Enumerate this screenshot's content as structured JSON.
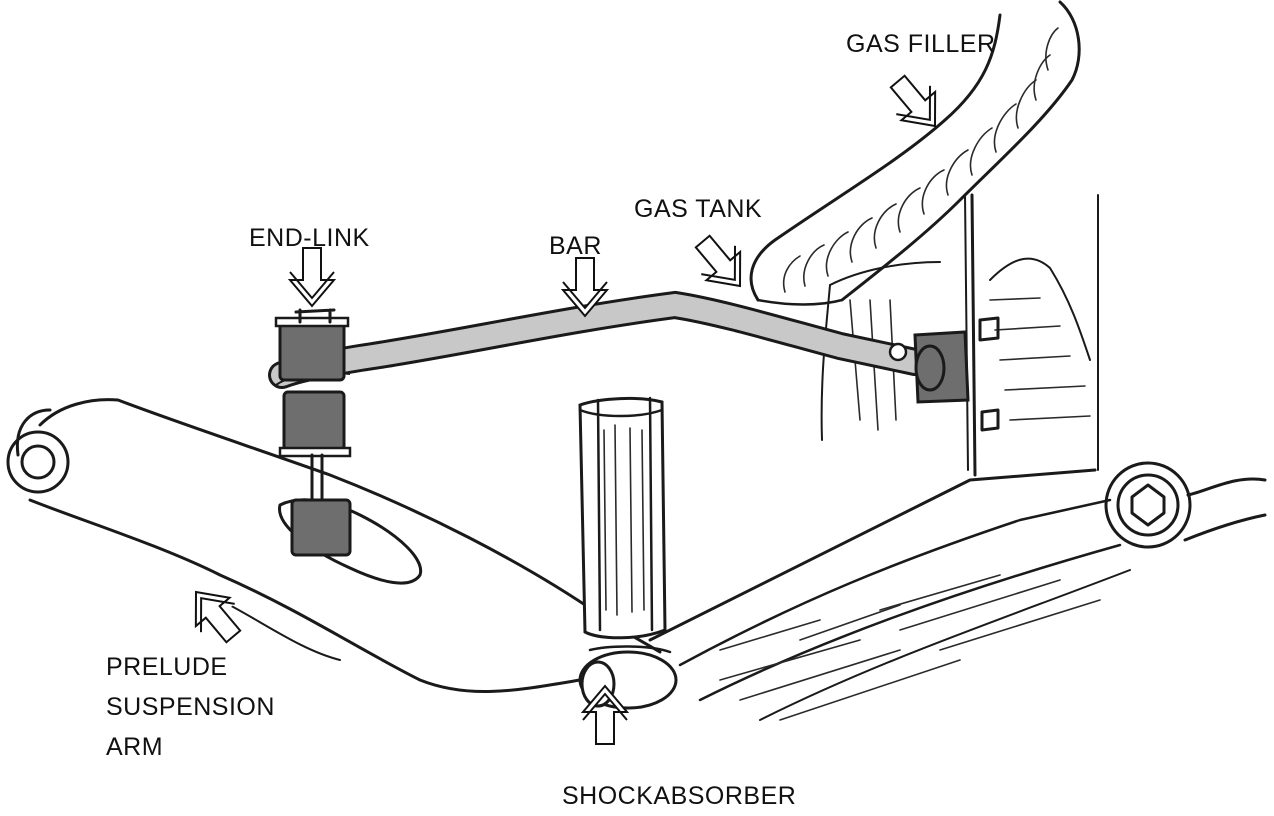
{
  "labels": {
    "gas_filler": "GAS FILLER",
    "gas_tank": "GAS TANK",
    "end_link": "END-LINK",
    "bar": "BAR",
    "arm_line1": "PRELUDE",
    "arm_line2": "SUSPENSION",
    "arm_line3": "ARM",
    "shock": "SHOCKABSORBER"
  },
  "colors": {
    "background": "#ffffff",
    "ink": "#1a1a1a",
    "bar_fill": "#c8c8c8",
    "bushing_fill": "#6e6e6e"
  },
  "icons": [
    "hollow-arrow"
  ]
}
